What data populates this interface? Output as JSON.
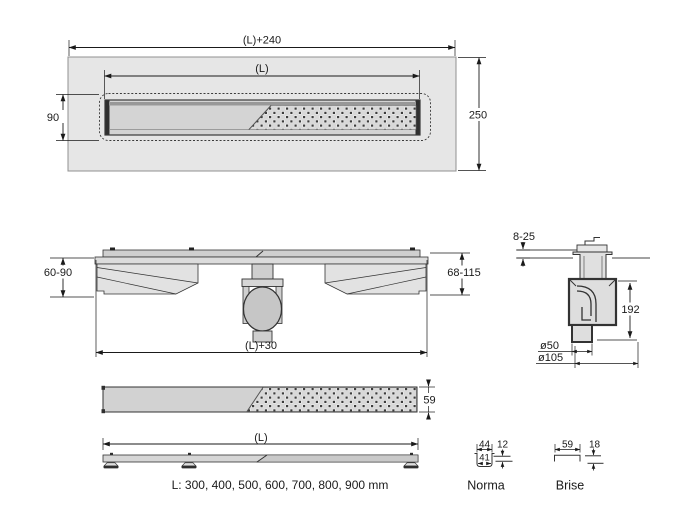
{
  "top_view": {
    "dim_total_length": "(L)+240",
    "dim_grate_length": "(L)",
    "dim_channel_width": "90",
    "dim_plate_width": "250"
  },
  "front_view": {
    "dim_height_left": "60-90",
    "dim_height_right": "68-115",
    "dim_total_length": "(L)+30"
  },
  "section_view": {
    "dim_tile_range": "8-25",
    "dim_trap_height": "192",
    "dim_outlet_diameter": "ø50",
    "dim_body_diameter": "ø105"
  },
  "grate_top_view": {
    "dim_width": "59"
  },
  "grate_side_view": {
    "dim_length": "(L)",
    "available_lengths": "L: 300, 400, 500, 600, 700, 800, 900 mm"
  },
  "profiles": {
    "norma": {
      "label": "Norma",
      "dim_outer_width": "44",
      "dim_inner_width": "41",
      "dim_height": "12"
    },
    "brise": {
      "label": "Brise",
      "dim_width": "59",
      "dim_height": "18"
    }
  },
  "colors": {
    "line": "#1a1a1a",
    "plate_fill": "#e6e6e6",
    "channel_fill": "#d4d4d4",
    "perforation": "#3c3c3c"
  }
}
